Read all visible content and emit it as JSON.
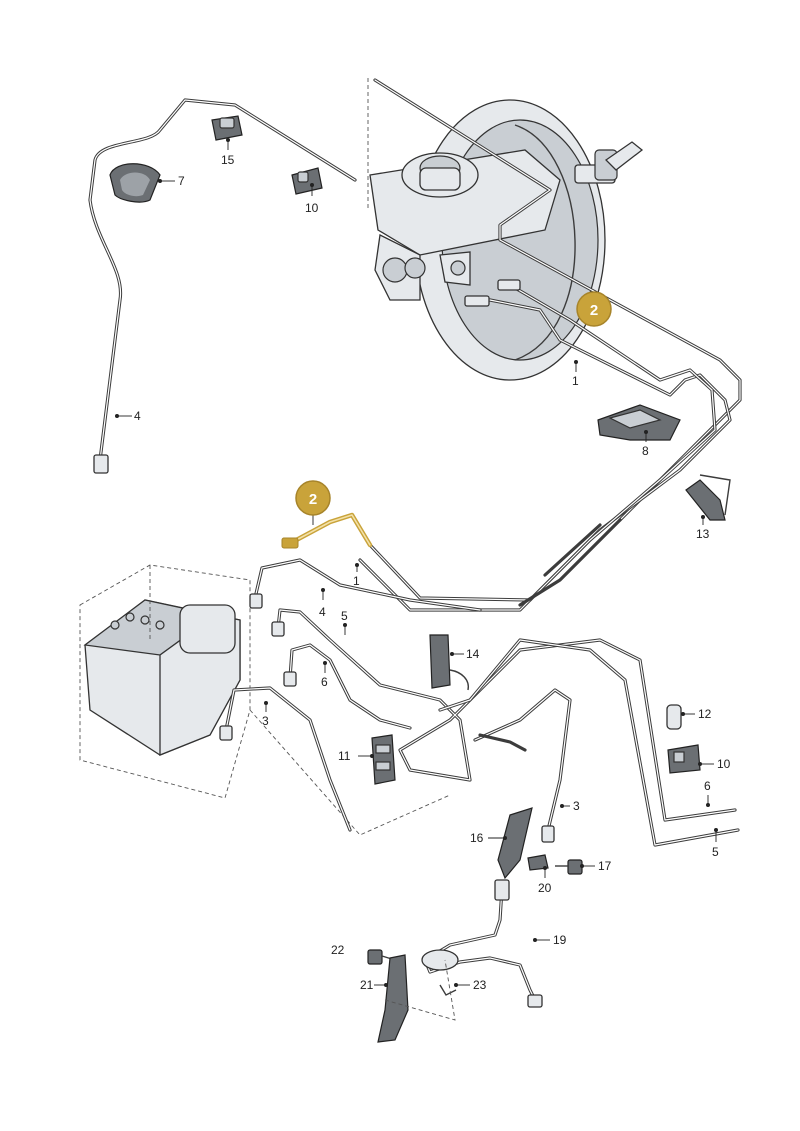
{
  "callouts": {
    "c1a": "1",
    "c1b": "1",
    "c2": "2",
    "c3a": "3",
    "c3b": "3",
    "c4a": "4",
    "c4b": "4",
    "c5a": "5",
    "c5b": "5",
    "c6a": "6",
    "c6b": "6",
    "c7": "7",
    "c8": "8",
    "c10a": "10",
    "c10b": "10",
    "c11": "11",
    "c12": "12",
    "c13": "13",
    "c14": "14",
    "c15": "15",
    "c16": "16",
    "c17": "17",
    "c19": "19",
    "c20": "20",
    "c21": "21",
    "c22": "22",
    "c23": "23"
  },
  "highlight": {
    "label": "2",
    "color": "#c9a33a"
  }
}
